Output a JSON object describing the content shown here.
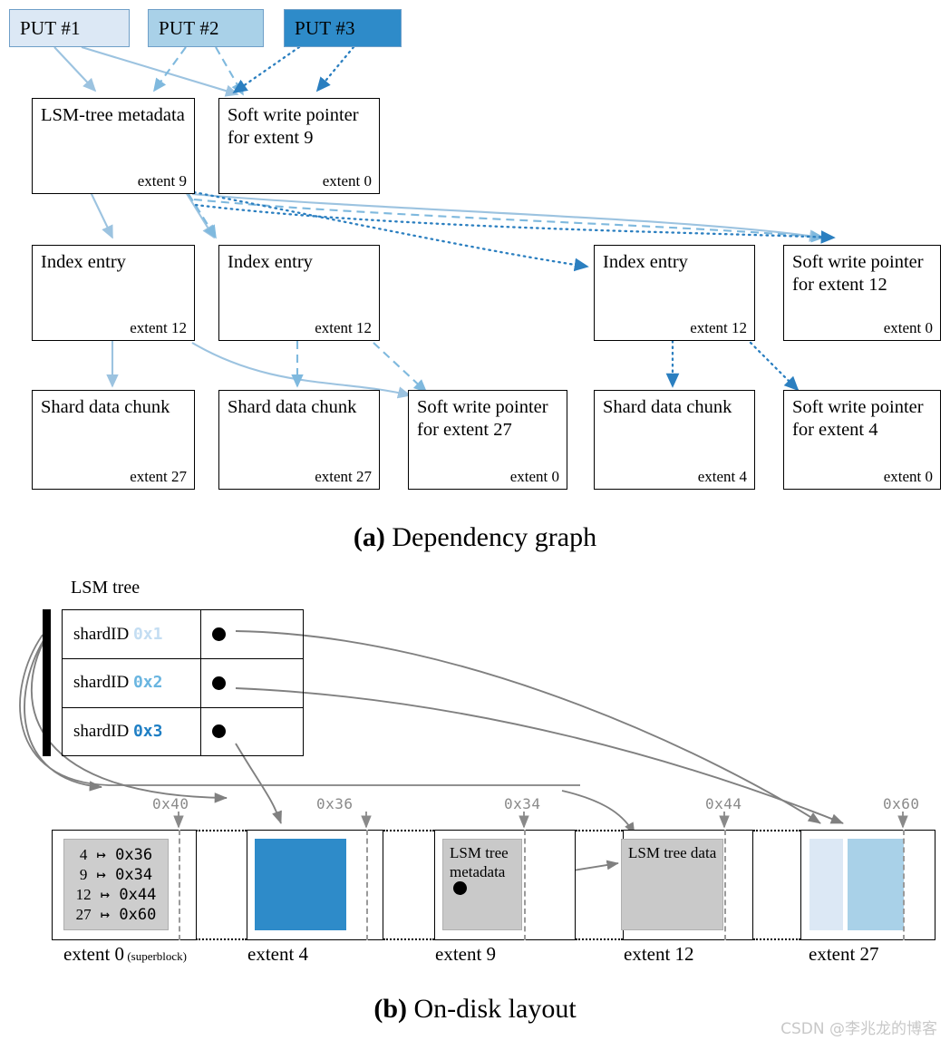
{
  "figure": {
    "panel_a_caption_prefix": "(a)",
    "panel_a_caption": " Dependency graph",
    "panel_b_caption_prefix": "(b)",
    "panel_b_caption": " On-disk layout",
    "watermark": "CSDN @李兆龙的博客"
  },
  "colors": {
    "put1": "#dce8f5",
    "put2": "#a9d1e8",
    "put3": "#2e8bc9",
    "put1_line": "#9cc3e0",
    "put2_line": "#7fb9de",
    "put3_line": "#2b7fc0",
    "chip_border": "#6f9fc8",
    "gray_arrow": "#808080",
    "gray_fill": "#c9c9c9",
    "wp_dash": "#9a9a9a",
    "wp_label": "#8a8a8a"
  },
  "puts": [
    {
      "label": "PUT #1",
      "color": "#dce8f5",
      "line_style": "solid"
    },
    {
      "label": "PUT #2",
      "color": "#a9d1e8",
      "line_style": "dashed"
    },
    {
      "label": "PUT #3",
      "color": "#2e8bc9",
      "line_style": "dotted"
    }
  ],
  "graph_nodes": [
    {
      "id": "lsm-meta",
      "title": "LSM-tree metadata",
      "extent": "extent 9"
    },
    {
      "id": "swp-e9",
      "title": "Soft write pointer for extent 9",
      "extent": "extent 0"
    },
    {
      "id": "index-1",
      "title": "Index entry",
      "extent": "extent 12"
    },
    {
      "id": "index-2",
      "title": "Index entry",
      "extent": "extent 12"
    },
    {
      "id": "index-3",
      "title": "Index entry",
      "extent": "extent 12"
    },
    {
      "id": "swp-e12",
      "title": "Soft write pointer for extent 12",
      "extent": "extent 0"
    },
    {
      "id": "shard-1",
      "title": "Shard data chunk",
      "extent": "extent 27"
    },
    {
      "id": "shard-2",
      "title": "Shard data chunk",
      "extent": "extent 27"
    },
    {
      "id": "swp-e27",
      "title": "Soft write pointer for extent 27",
      "extent": "extent 0"
    },
    {
      "id": "shard-3",
      "title": "Shard data chunk",
      "extent": "extent 4"
    },
    {
      "id": "swp-e4",
      "title": "Soft write pointer for extent 4",
      "extent": "extent 0"
    }
  ],
  "lsm_tree": {
    "label": "LSM tree",
    "rows": [
      {
        "key_prefix": "shardID ",
        "key_hex": "0x1",
        "hex_color": "#c3ddf2",
        "pointer": "pointer-dot"
      },
      {
        "key_prefix": "shardID ",
        "key_hex": "0x2",
        "hex_color": "#69b5e0",
        "pointer": "pointer-dot"
      },
      {
        "key_prefix": "shardID ",
        "key_hex": "0x3",
        "hex_color": "#1f7fc4",
        "pointer": "pointer-dot"
      }
    ]
  },
  "disk": {
    "superblock_map": [
      {
        "extent": "4",
        "arrow": "↦",
        "addr": "0x36"
      },
      {
        "extent": "9",
        "arrow": "↦",
        "addr": "0x34"
      },
      {
        "extent": "12",
        "arrow": "↦",
        "addr": "0x44"
      },
      {
        "extent": "27",
        "arrow": "↦",
        "addr": "0x60"
      }
    ],
    "extents": [
      {
        "id": "e0",
        "label": "extent 0",
        "sublabel": " (superblock)",
        "write_pointer": "0x40"
      },
      {
        "id": "e4",
        "label": "extent 4",
        "sublabel": "",
        "write_pointer": "0x36"
      },
      {
        "id": "e9",
        "label": "extent 9",
        "sublabel": "",
        "write_pointer": "0x34"
      },
      {
        "id": "e12",
        "label": "extent 12",
        "sublabel": "",
        "write_pointer": "0x44"
      },
      {
        "id": "e27",
        "label": "extent 27",
        "sublabel": "",
        "write_pointer": "0x60"
      }
    ],
    "blocks": [
      {
        "in_extent": "e9",
        "label": "LSM tree metadata",
        "color": "#c9c9c9"
      },
      {
        "in_extent": "e12",
        "label": "LSM tree data",
        "color": "#c9c9c9"
      },
      {
        "in_extent": "e4",
        "label": "",
        "color": "#2e8bc9"
      },
      {
        "in_extent": "e27",
        "label": "",
        "color": "#dce8f5"
      },
      {
        "in_extent": "e27",
        "label": "",
        "color": "#a9d1e8"
      }
    ]
  }
}
